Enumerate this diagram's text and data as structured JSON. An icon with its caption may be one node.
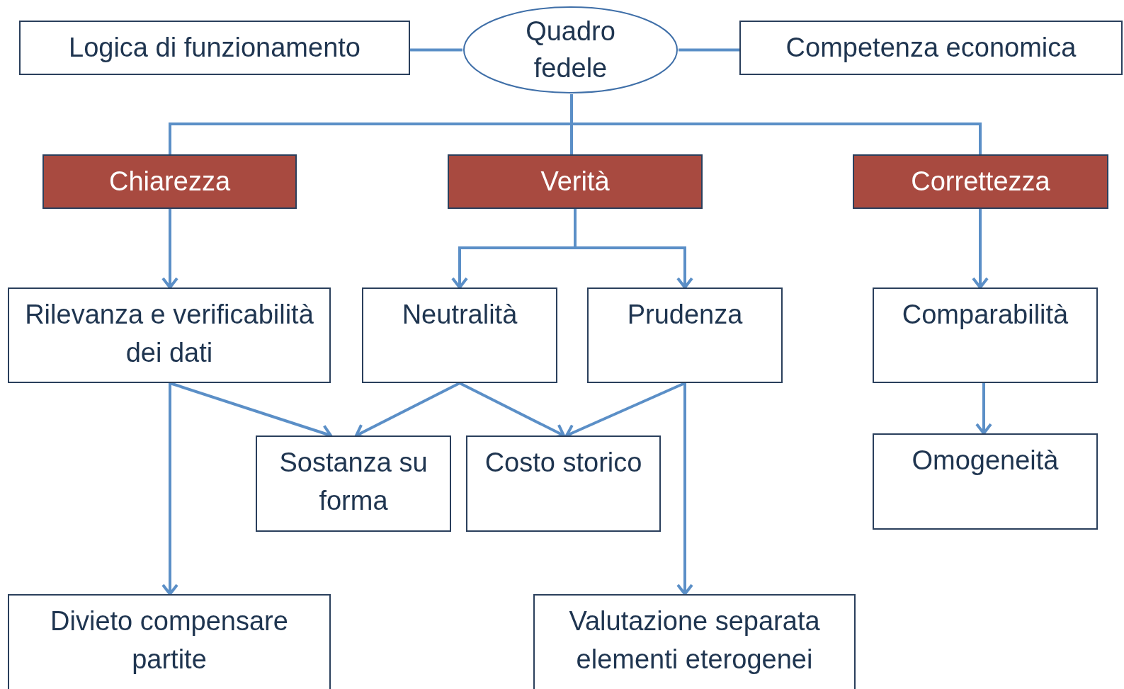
{
  "diagram": {
    "nodes": [
      {
        "text": [
          "Quadro fedele"
        ]
      },
      {
        "text": [
          "Logica di funzionamento"
        ]
      },
      {
        "text": [
          "Competenza economica"
        ]
      },
      {
        "text": [
          "Chiarezza"
        ]
      },
      {
        "text": [
          "Verità"
        ]
      },
      {
        "text": [
          "Correttezza"
        ]
      },
      {
        "text": [
          "Rilevanza e verificabilità dei dati"
        ]
      },
      {
        "text": [
          "Neutralità"
        ]
      },
      {
        "text": [
          "Prudenza"
        ]
      },
      {
        "text": [
          "Comparabilità"
        ]
      },
      {
        "text": [
          "Sostanza su forma"
        ]
      },
      {
        "text": [
          "Costo storico"
        ]
      },
      {
        "text": [
          "Omogeneità"
        ]
      },
      {
        "text": [
          "Divieto compensare partite"
        ]
      },
      {
        "text": [
          "Valutazione separata elementi eterogenei"
        ]
      }
    ],
    "edges": [
      {
        "from": 0,
        "to": 1,
        "arrow": "none"
      },
      {
        "from": 0,
        "to": 2,
        "arrow": "none"
      },
      {
        "from": 0,
        "to": 3,
        "arrow": "none"
      },
      {
        "from": 0,
        "to": 4,
        "arrow": "none"
      },
      {
        "from": 0,
        "to": 5,
        "arrow": "none"
      },
      {
        "from": 3,
        "to": 6,
        "arrow": "to"
      },
      {
        "from": 4,
        "to": 7,
        "arrow": "to"
      },
      {
        "from": 4,
        "to": 8,
        "arrow": "to"
      },
      {
        "from": 5,
        "to": 9,
        "arrow": "to"
      },
      {
        "from": 6,
        "to": 10,
        "arrow": "to"
      },
      {
        "from": 7,
        "to": 10,
        "arrow": "to"
      },
      {
        "from": 7,
        "to": 11,
        "arrow": "to"
      },
      {
        "from": 8,
        "to": 11,
        "arrow": "to"
      },
      {
        "from": 6,
        "to": 13,
        "arrow": "to"
      },
      {
        "from": 8,
        "to": 14,
        "arrow": "to"
      },
      {
        "from": 9,
        "to": 12,
        "arrow": "to"
      }
    ]
  }
}
